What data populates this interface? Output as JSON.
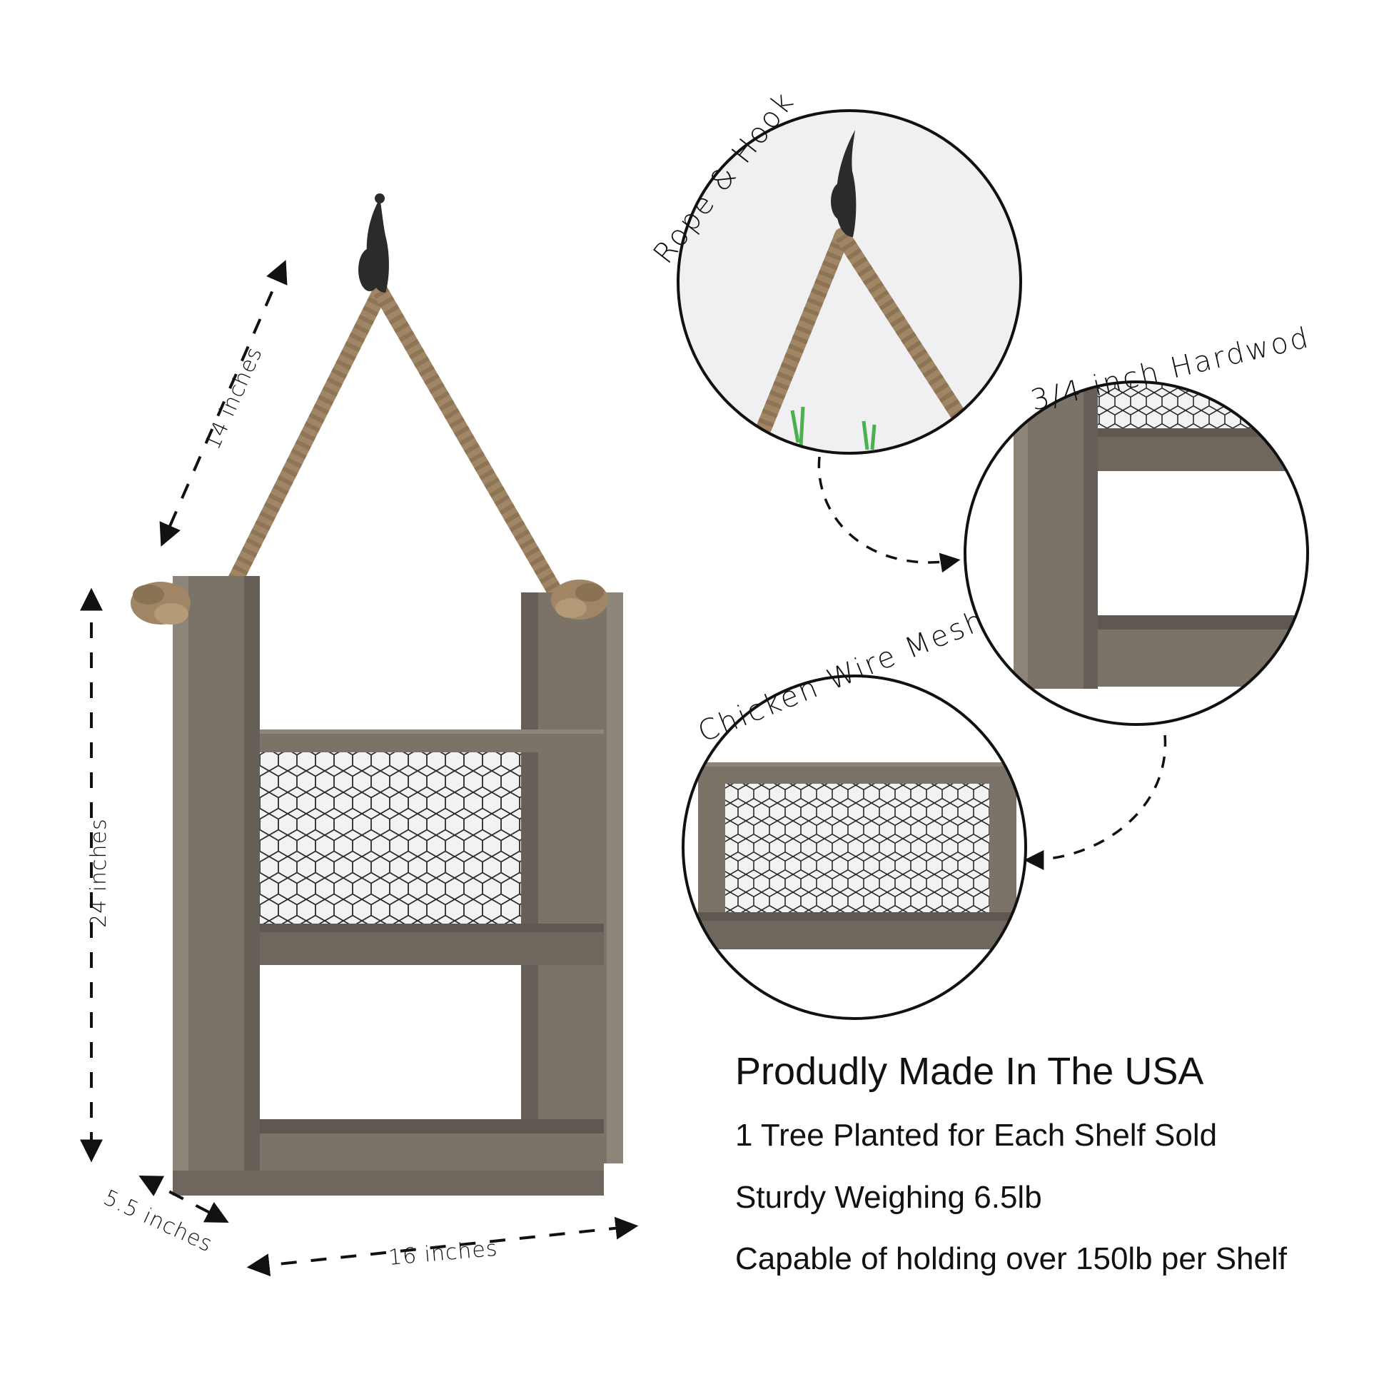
{
  "dimensions": {
    "rope_length": "14 inches",
    "height": "24 inches",
    "depth": "5.5 inches",
    "width": "16 inches"
  },
  "callouts": {
    "rope_hook": "Rope & Hook",
    "hardwood": "3/4 inch Hardwod",
    "mesh": "Chicken Wire Mesh"
  },
  "features": {
    "headline": "Produdly Made In The USA",
    "items": [
      "1 Tree Planted for Each Shelf Sold",
      "Sturdy Weighing 6.5lb",
      "Capable of holding over 150lb per Shelf"
    ]
  },
  "colors": {
    "wood": "#7b7268",
    "wood_dark": "#5f5850",
    "wood_light": "#8d847a",
    "rope": "#a08664",
    "hook": "#2b2b2b",
    "ink": "#111111"
  }
}
